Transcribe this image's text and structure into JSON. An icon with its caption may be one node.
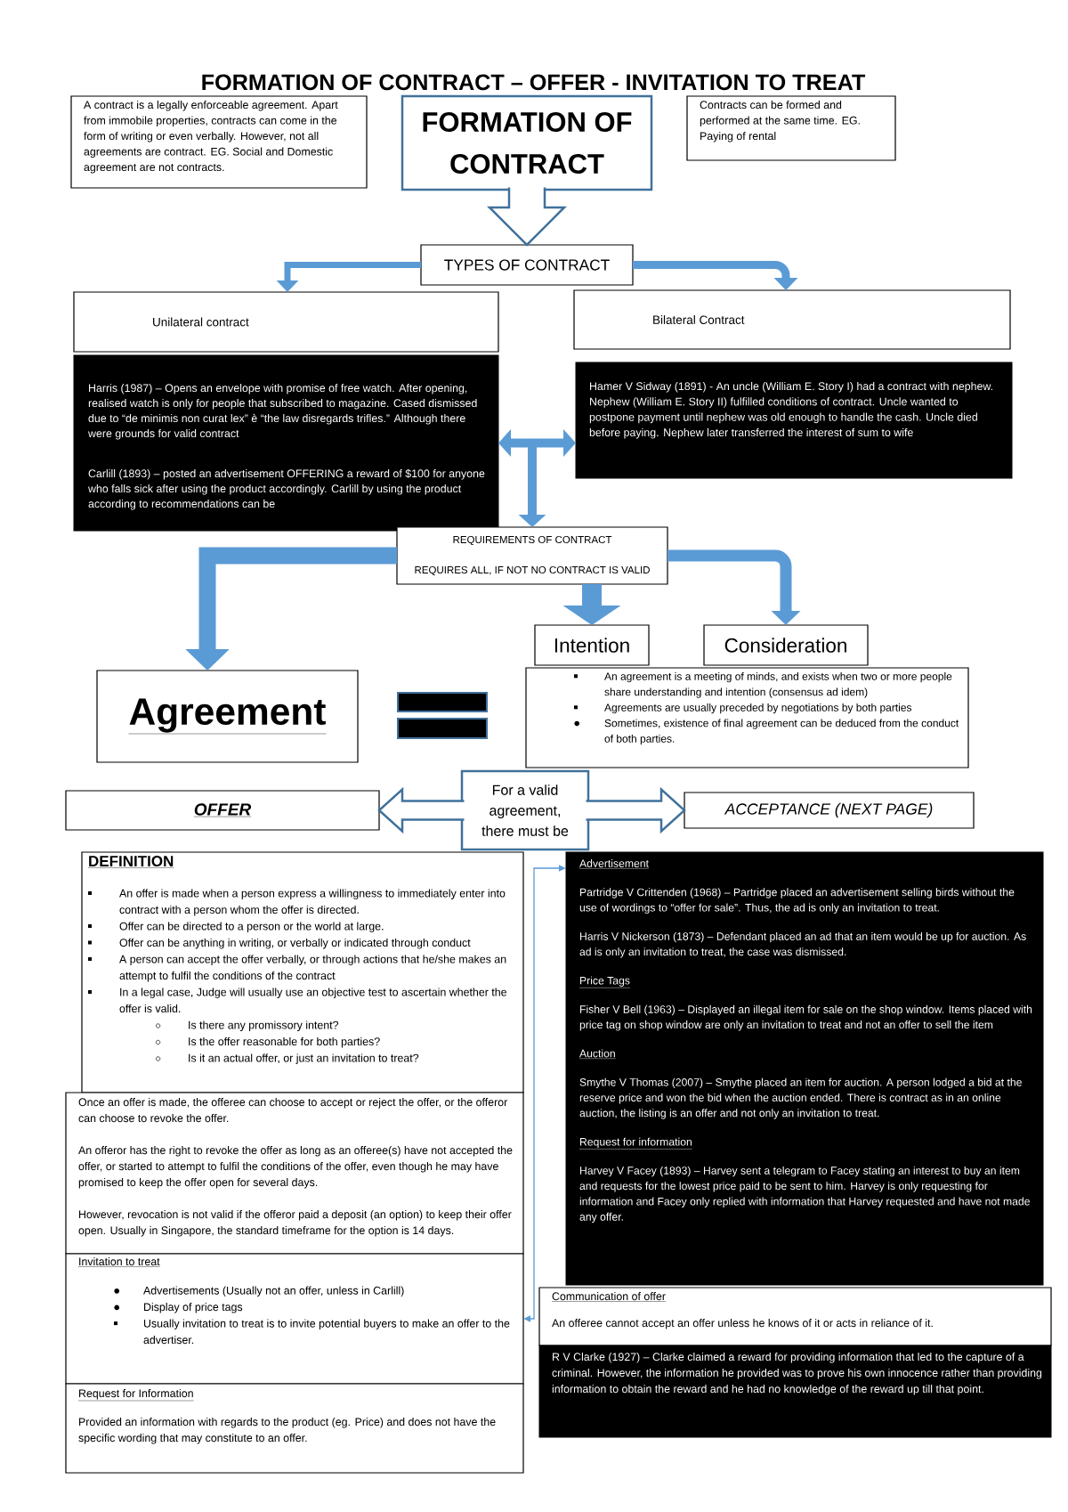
{
  "diagram": {
    "title": "FORMATION OF CONTRACT – OFFER - INVITATION TO TREAT",
    "nodes": [
      {
        "text": [
          "A contract is a legally enforceable agreement. Apart from immobile properties, contracts can come in the form of writing or even verbally. However, not all agreements are contract. EG. Social and Domestic agreement are not contracts."
        ]
      },
      {
        "text": [
          "FORMATION OF CONTRACT"
        ]
      },
      {
        "text": [
          "Contracts can be formed and performed at the same time. EG. Paying of rental"
        ]
      },
      {
        "text": [
          "TYPES OF CONTRACT"
        ]
      },
      {
        "text": [
          "Unilateral contract"
        ]
      },
      {
        "text": [
          "Harris (1987) – Opens an envelope with promise of free watch. After opening, realised watch is only for people that subscribed to magazine. Cased dismissed due to “de minimis non curat lex” è “the law disregards trifles.” Although there were grounds for valid contract",
          "Carlill (1893) – posted an advertisement OFFERING a reward of $100 for anyone who falls sick after using the product accordingly. Carlill by using the product according to recommendations can be"
        ]
      },
      {
        "text": [
          "Bilateral Contract"
        ]
      },
      {
        "text": [
          "Hamer V Sidway (1891) - An uncle (William E. Story I) had a contract with nephew. Nephew (William E. Story II) fulfilled conditions of contract. Uncle wanted to postpone payment until nephew was old enough to handle the cash. Uncle died before paying. Nephew later transferred the interest of sum to wife"
        ]
      },
      {
        "text": [
          "REQUIREMENTS OF CONTRACT",
          "REQUIRES ALL, IF NOT NO CONTRACT IS VALID"
        ]
      },
      {
        "text": [
          "Intention"
        ]
      },
      {
        "text": [
          "Consideration"
        ]
      },
      {
        "text": [
          "Agreement"
        ]
      },
      {
        "text": [
          "An agreement is a meeting of minds, and exists when two or more people share understanding and intention (consensus ad idem)",
          "Agreements are usually preceded by negotiations by both parties",
          "Sometimes, existence of final agreement can be deduced from the conduct of both parties."
        ]
      },
      {
        "text": [
          "OFFER"
        ]
      },
      {
        "text": [
          "For a valid agreement, there must be"
        ]
      },
      {
        "text": [
          "ACCEPTANCE (NEXT PAGE)"
        ]
      },
      {
        "text": [
          "DEFINITION",
          "An offer is made when a person express a willingness to immediately enter into contract with a person whom the offer is directed.",
          "Offer can be directed to a person or the world at large.",
          "Offer can be anything in writing, or verbally or indicated through conduct",
          "A person can accept the offer verbally, or through actions that he/she makes an attempt to fulfil the conditions of the contract",
          "In a legal case, Judge will usually use an objective test to ascertain whether the offer is valid.",
          "Is there any promissory intent?",
          "Is the offer reasonable for both parties?",
          "Is it an actual offer, or just an invitation to treat?"
        ]
      },
      {
        "text": [
          "Once an offer is made, the offeree can choose to accept or reject the offer, or the offeror can choose to revoke the offer.",
          "An offeror has the right to revoke the offer as long as an offeree(s) have not accepted the offer, or started to attempt to fulfil the conditions of the offer, even though he may have promised to keep the offer open for several days.",
          "However, revocation is not valid if the offeror paid a deposit (an option) to keep their offer open. Usually in Singapore, the standard timeframe for the option is 14 days."
        ]
      },
      {
        "text": [
          "Invitation to treat",
          "Advertisements (Usually not an offer, unless in Carlill)",
          "Display of price tags",
          "Usually invitation to treat is to invite potential buyers to make an offer to the advertiser."
        ]
      },
      {
        "text": [
          "Request for Information",
          "Provided an information with regards to the product (eg. Price) and does not have the specific wording that may constitute to an offer."
        ]
      },
      {
        "text": [
          "Advertisement",
          "Partridge V Crittenden (1968) – Partridge placed an advertisement selling birds without the use of wordings to “offer for sale”. Thus, the ad is only an invitation to treat.",
          "Harris V Nickerson (1873) – Defendant placed an ad that an item would be up for auction. As ad is only an invitation to treat, the case was dismissed.",
          "Price Tags",
          "Fisher V Bell (1963) – Displayed an illegal item for sale on the shop window. Items placed with price tag on shop window are only an invitation to treat and not an offer to sell the item",
          "Auction",
          "Smythe V Thomas (2007) – Smythe placed an item for auction. A person lodged a bid at the reserve price and won the bid when the auction ended. There is contract as in an online auction, the listing is an offer and not only an invitation to treat.",
          "Request for information",
          "Harvey V Facey (1893) – Harvey sent a telegram to Facey stating an interest to buy an item and requests for the lowest price paid to be sent to him. Harvey is only requesting for information and Facey only replied with information that Harvey requested and have not made any offer."
        ]
      },
      {
        "text": [
          "Communication of offer",
          "An offeree cannot accept an offer unless he knows of it or acts in reliance of it."
        ]
      },
      {
        "text": [
          "R V Clarke (1927) – Clarke claimed a reward for providing information that led to the capture of a criminal. However, the information he provided was to prove his own innocence rather than providing information to obtain the reward and he had no knowledge of the reward up till that point."
        ]
      }
    ],
    "edges": [
      {
        "from": 1,
        "to": 3,
        "arrow": "to",
        "style": "thick",
        "color": "#41719c"
      },
      {
        "from": 3,
        "to": 4,
        "arrow": "to"
      },
      {
        "from": 3,
        "to": 6,
        "arrow": "to"
      },
      {
        "from": 5,
        "to": 8,
        "arrow": "both"
      },
      {
        "from": 7,
        "to": 8,
        "arrow": "both"
      },
      {
        "from": 8,
        "to": 11,
        "arrow": "to",
        "style": "thick"
      },
      {
        "from": 8,
        "to": 9,
        "arrow": "to",
        "style": "thick"
      },
      {
        "from": 8,
        "to": 10,
        "arrow": "to"
      },
      {
        "from": 14,
        "to": 13,
        "arrow": "to",
        "style": "thick",
        "color": "#41719c"
      },
      {
        "from": 14,
        "to": 15,
        "arrow": "to",
        "style": "thick",
        "color": "#41719c"
      },
      {
        "from": 18,
        "to": 20,
        "arrow": "both"
      }
    ]
  }
}
